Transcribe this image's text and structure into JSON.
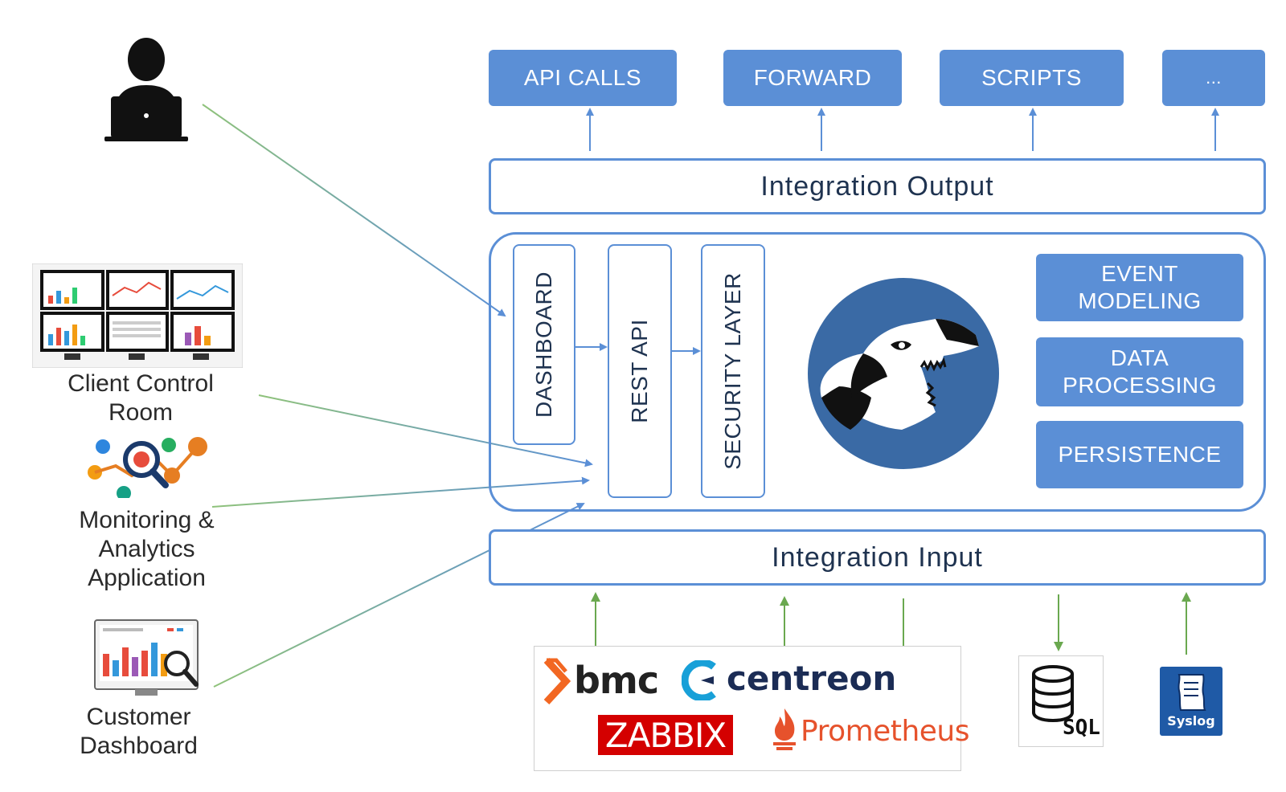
{
  "outputs": {
    "api_calls": "API CALLS",
    "forward": "FORWARD",
    "scripts": "SCRIPTS",
    "more": "..."
  },
  "integration_output": "Integration Output",
  "integration_input": "Integration Input",
  "core": {
    "dashboard": "DASHBOARD",
    "rest_api": "REST API",
    "security_layer": "SECURITY LAYER",
    "event_modeling": "EVENT\nMODELING",
    "data_processing": "DATA\nPROCESSING",
    "persistence": "PERSISTENCE"
  },
  "clients": {
    "control_room": "Client Control\nRoom",
    "monitoring": "Monitoring &\nAnalytics\nApplication",
    "customer_dashboard": "Customer\nDashboard"
  },
  "sources": {
    "bmc": "bmc",
    "centreon": "centreon",
    "zabbix": "ZABBIX",
    "prometheus": "Prometheus",
    "sql": "SQL",
    "syslog": "Syslog"
  },
  "colors": {
    "accent_blue": "#5b8fd6",
    "arrow_green": "#6aa84f",
    "bmc_orange": "#f26722",
    "zabbix_red": "#d40000",
    "prometheus_orange": "#e6522c",
    "centreon_navy": "#1b2c55",
    "dino_blue": "#3a6aa5"
  }
}
